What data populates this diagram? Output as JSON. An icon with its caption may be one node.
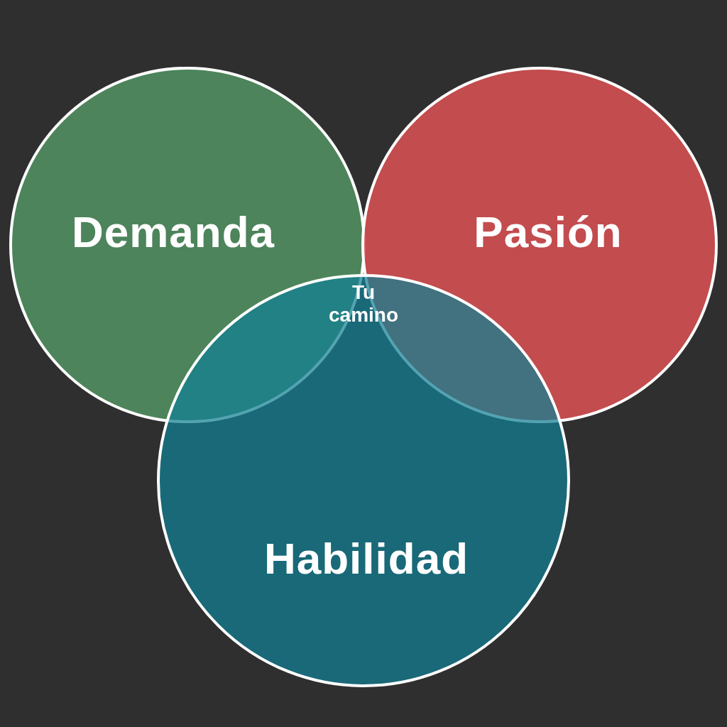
{
  "diagram": {
    "nodes": [
      {
        "text": [
          "Demanda"
        ]
      },
      {
        "text": [
          "Pasión"
        ]
      },
      {
        "text": [
          "Habilidad"
        ]
      }
    ],
    "edges": [],
    "labels": [
      "Tu camino"
    ]
  }
}
